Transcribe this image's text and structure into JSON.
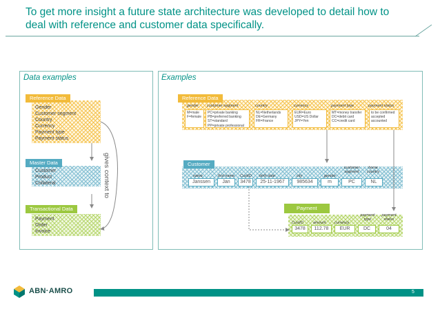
{
  "header": {
    "title": "To get more insight a future state architecture was developed to detail how to deal with reference and customer data specifically."
  },
  "left": {
    "heading": "Data examples",
    "reference": {
      "label": "Reference Data",
      "items": [
        "Gender",
        "Customer segment",
        "Country",
        "Currency",
        "Payment type",
        "Payment status"
      ]
    },
    "master": {
      "label": "Master Data",
      "items": [
        "Customer",
        "Product",
        "Collateral"
      ]
    },
    "transactional": {
      "label": "Transactional Data",
      "items": [
        "Payment",
        "Order",
        "Invoice"
      ]
    },
    "gives_context": "gives context to"
  },
  "right": {
    "heading": "Examples",
    "reference": {
      "label": "Reference Data",
      "columns": [
        {
          "label": "gender",
          "lines": [
            "M=male",
            "F=female"
          ]
        },
        {
          "label": "customer segment",
          "lines": [
            "PC=private banking",
            "PB=preferred banking",
            "ST=standard",
            "PP=private professional"
          ]
        },
        {
          "label": "country",
          "lines": [
            "NL=Netherlands",
            "DE=Germany",
            "FR=France"
          ]
        },
        {
          "label": "currency",
          "lines": [
            "EUR=Euro",
            "USD=US Dollar",
            "JPY=Yen"
          ]
        },
        {
          "label": "payment type",
          "lines": [
            "MT=money transfer",
            "DC=debit card",
            "CC=credit card"
          ]
        },
        {
          "label": "payment status",
          "lines": [
            "to be confirmed",
            "accepted",
            "accounted"
          ]
        }
      ]
    },
    "customer": {
      "label": "Customer",
      "field_labels": [
        "name",
        "first name",
        "CustID",
        "birth date",
        "city",
        "gender",
        "customer segment",
        "home country"
      ],
      "values": [
        "Janssen",
        "Jan",
        "3478",
        "25-11-1967",
        "985634",
        "m",
        "PC",
        "NL"
      ]
    },
    "payment": {
      "label": "Payment",
      "field_labels": [
        "CustID",
        "amount",
        "currency",
        "payment type",
        "payment status"
      ],
      "values": [
        "3478",
        "112.78",
        "EUR",
        "DC",
        "04"
      ]
    }
  },
  "footer": {
    "logo_text": "ABN·AMRO",
    "page_number": "5"
  },
  "colors": {
    "accent": "#009286",
    "reference": "#f2bb3b",
    "master": "#55abc2",
    "transactional": "#9cc840",
    "footer_bar": "#009286"
  }
}
